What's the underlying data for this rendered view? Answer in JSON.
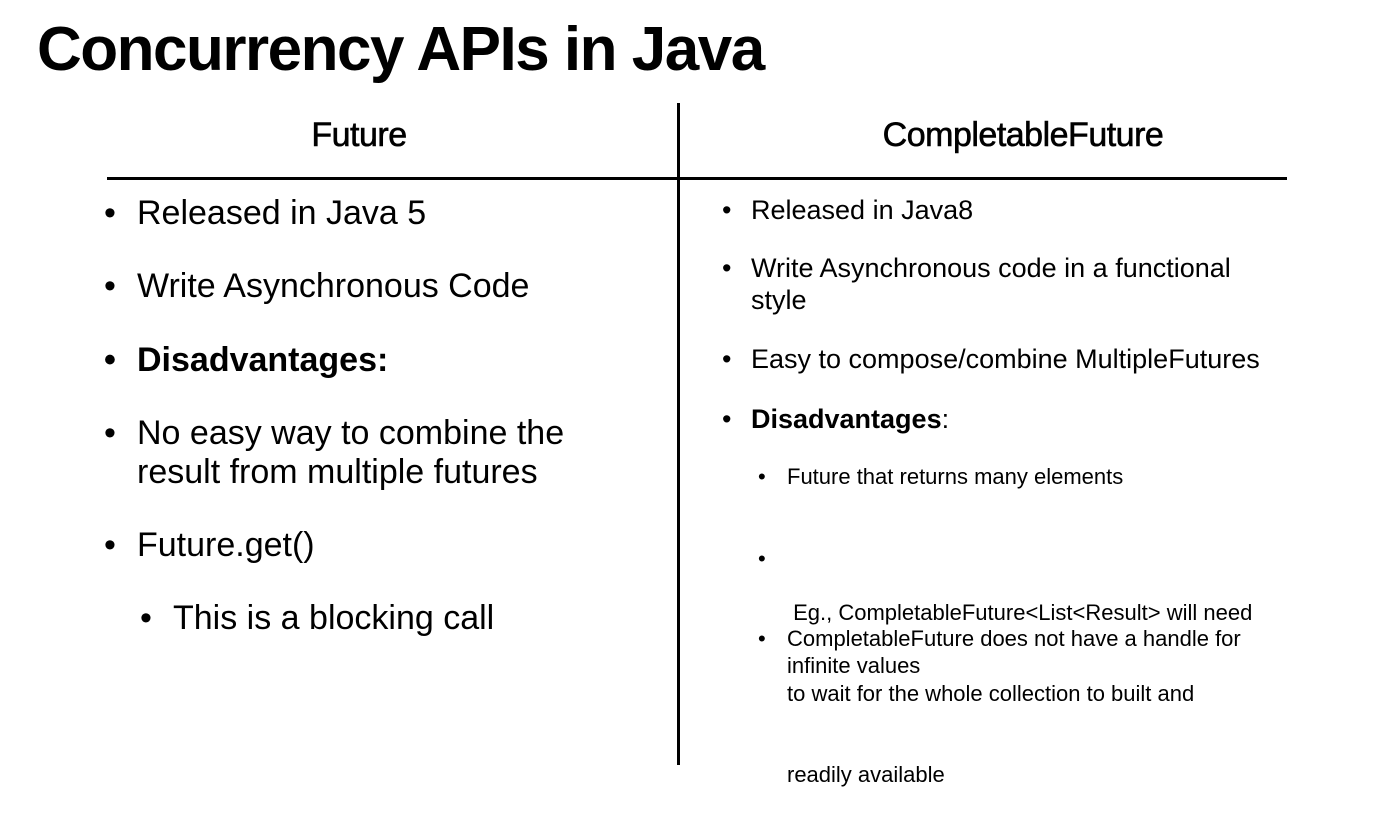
{
  "title": "Concurrency APIs in Java",
  "left": {
    "heading": "Future",
    "items": [
      {
        "bullet": "•",
        "text": "Released in Java 5"
      },
      {
        "bullet": "•",
        "text": "Write Asynchronous Code"
      },
      {
        "bullet": "•",
        "text": "Disadvantages:"
      },
      {
        "bullet": "•",
        "line1": "No easy way to combine the",
        "line2": "result from multiple futures"
      },
      {
        "bullet": "•",
        "text": "Future.get()"
      },
      {
        "bullet": "•",
        "text": "This is a blocking call"
      }
    ]
  },
  "right": {
    "heading": "CompletableFuture",
    "items": [
      {
        "bullet": "•",
        "text": "Released in Java8"
      },
      {
        "bullet": "•",
        "line1": "Write Asynchronous code in a functional",
        "line2": "style"
      },
      {
        "bullet": "•",
        "text": "Easy to compose/combine MultipleFutures"
      },
      {
        "bullet": "•",
        "bold": "Disadvantages",
        "rest": ":"
      },
      {
        "bullet": "•",
        "text": "Future that returns many elements"
      },
      {
        "bullet": "•",
        "line1": " Eg., CompletableFuture<List<Result> will need",
        "line2": "to wait for the whole collection to built and",
        "line3": "readily available"
      },
      {
        "bullet": "•",
        "line1": "CompletableFuture does not have a handle for",
        "line2": "infinite values"
      }
    ]
  }
}
